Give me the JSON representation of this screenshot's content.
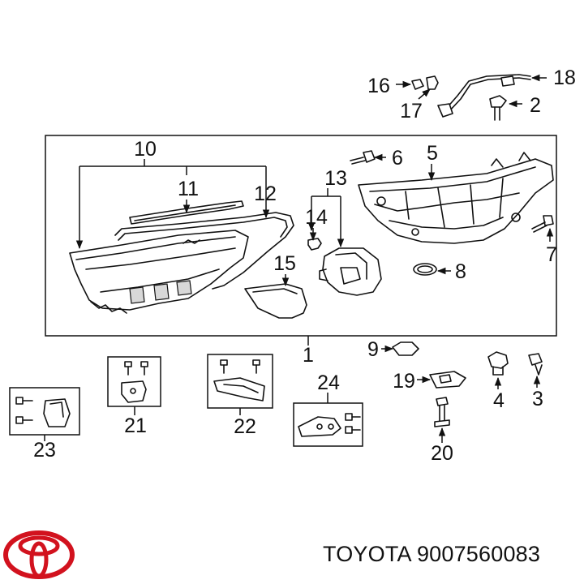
{
  "callouts": [
    "1",
    "2",
    "3",
    "4",
    "5",
    "6",
    "7",
    "8",
    "9",
    "10",
    "11",
    "12",
    "13",
    "14",
    "15",
    "16",
    "17",
    "18",
    "19",
    "20",
    "21",
    "22",
    "23",
    "24"
  ],
  "footer": {
    "brand": "TOYOTA",
    "part_number": "9007560083"
  },
  "colors": {
    "logo": "#d2121e",
    "ink": "#111111"
  },
  "icons": {
    "logo": "toyota-logo-icon"
  }
}
